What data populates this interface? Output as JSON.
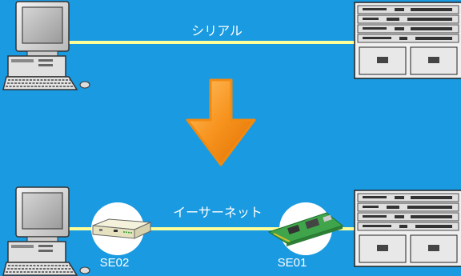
{
  "top": {
    "link_label": "シリアル"
  },
  "bottom": {
    "link_label": "イーサーネット",
    "device_left_label": "SE02",
    "device_right_label": "SE01"
  },
  "colors": {
    "background": "#1a9ae0",
    "cable": "#ffff99",
    "arrow": "#f7931e",
    "bubble": "#ffffff"
  }
}
